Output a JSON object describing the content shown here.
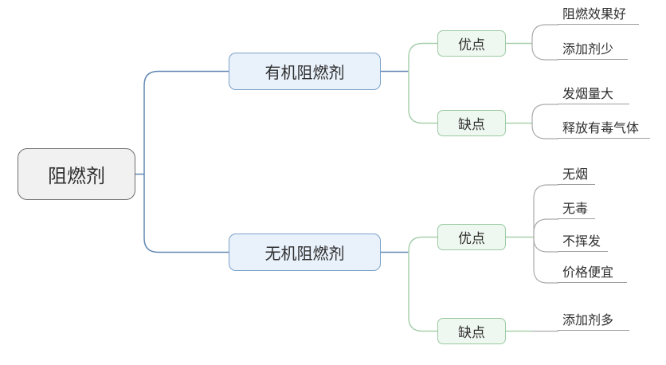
{
  "canvas": {
    "background": "#ffffff"
  },
  "mindmap": {
    "root": {
      "label": "阻燃剂"
    },
    "branches": [
      {
        "label": "有机阻燃剂",
        "children": [
          {
            "label": "优点",
            "leaves": [
              "阻燃效果好",
              "添加剂少"
            ]
          },
          {
            "label": "缺点",
            "leaves": [
              "发烟量大",
              "释放有毒气体"
            ]
          }
        ]
      },
      {
        "label": "无机阻燃剂",
        "children": [
          {
            "label": "优点",
            "leaves": [
              "无烟",
              "无毒",
              "不挥发",
              "价格便宜"
            ]
          },
          {
            "label": "缺点",
            "leaves": [
              "添加剂多"
            ]
          }
        ]
      }
    ]
  },
  "colors": {
    "root_fill": "#f1f1f1",
    "root_border": "#6e6e6e",
    "branch_fill": "#e9f1fb",
    "branch_border": "#7aa0c8",
    "sub_fill": "#eff8f0",
    "sub_border": "#9bcaa1",
    "line_blue": "#6288b2",
    "line_green": "#a9d0ae",
    "line_gray": "#ababab",
    "leaf_underline": "#9e9e9e",
    "text": "#2f2f2f"
  }
}
